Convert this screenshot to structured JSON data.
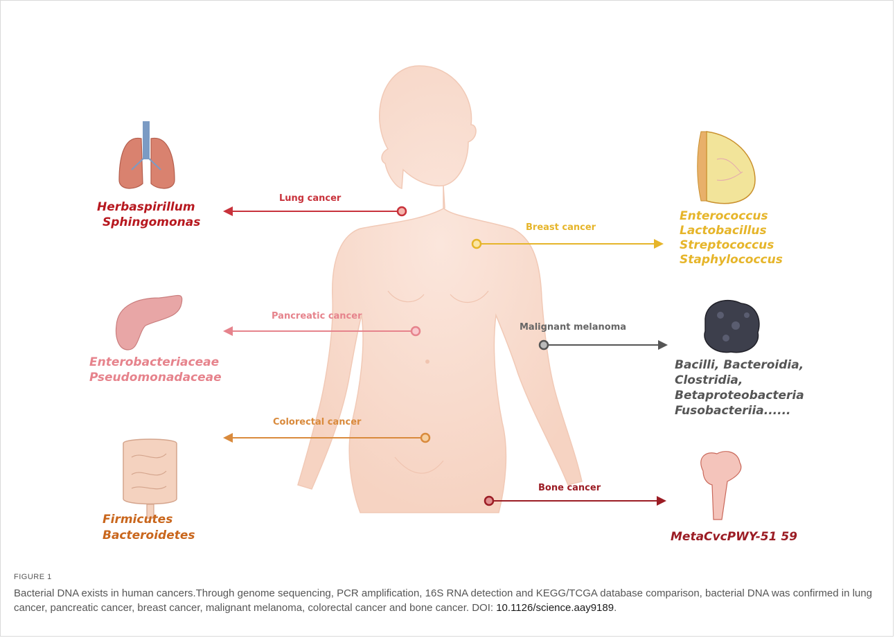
{
  "figure": {
    "cancers": [
      {
        "label": "Lung cancer",
        "color": "#c8323b",
        "organisms": [
          "Herbaspirillum",
          "Sphingomonas"
        ],
        "organ_icon": "lungs-icon"
      },
      {
        "label": "Breast cancer",
        "color": "#e6b52a",
        "organisms": [
          "Enterococcus",
          "Lactobacillus",
          "Streptococcus",
          "Staphylococcus"
        ],
        "organ_icon": "breast-icon"
      },
      {
        "label": "Pancreatic cancer",
        "color": "#e6838c",
        "organisms": [
          "Enterobacteriaceae",
          "Pseudomonadaceae"
        ],
        "organ_icon": "pancreas-icon"
      },
      {
        "label": "Malignant melanoma",
        "color": "#666666",
        "organisms": [
          "Bacilli, Bacteroidia,",
          "Clostridia,",
          "Betaproteobacteria",
          "Fusobacteriia......"
        ],
        "organ_icon": "melanoma-icon"
      },
      {
        "label": "Colorectal cancer",
        "color": "#d98a3c",
        "organisms": [
          "Firmicutes",
          "Bacteroidetes"
        ],
        "organ_icon": "intestine-icon"
      },
      {
        "label": "Bone cancer",
        "color": "#9b1c24",
        "organisms": [
          "MetaCvcPWY-51 59"
        ],
        "organ_icon": "bone-icon"
      }
    ]
  },
  "caption": {
    "heading": "FIGURE 1",
    "text": "Bacterial DNA exists in human cancers.Through genome sequencing, PCR amplification, 16S RNA detection and KEGG/TCGA database comparison, bacterial DNA was confirmed in lung cancer, pancreatic cancer, breast cancer, malignant melanoma, colorectal cancer and bone cancer. DOI: ",
    "doi": "10.1126/science.aay9189",
    "end": "."
  }
}
